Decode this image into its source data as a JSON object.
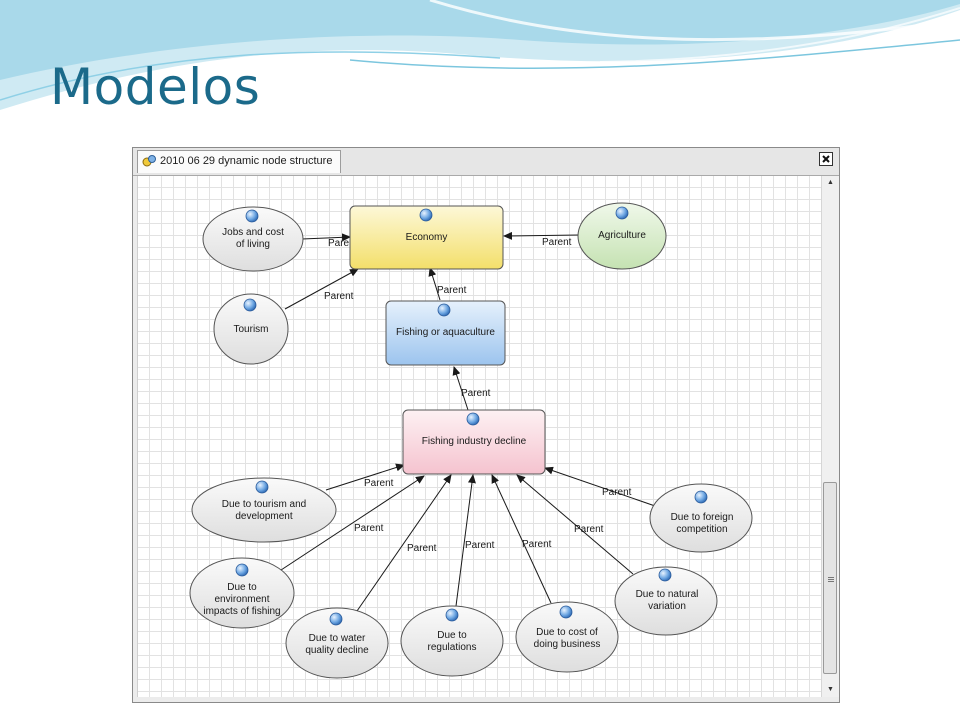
{
  "slide": {
    "title": "Modelos"
  },
  "window": {
    "tab_title": "2010 06 29 dynamic node structure",
    "tab_icon": "node-structure-icon",
    "close_icon": "close-icon"
  },
  "diagram": {
    "nodes": {
      "economy": "Economy",
      "agriculture": "Agriculture",
      "jobs": "Jobs and cost of living",
      "tourism": "Tourism",
      "fishing": "Fishing or aquaculture",
      "decline": "Fishing industry decline",
      "tourism_dev": "Due to tourism and development",
      "environment": "Due to environment impacts of fishing",
      "water": "Due to water quality decline",
      "regulations": "Due to regulations",
      "cost": "Due to cost of doing business",
      "natural": "Due to natural variation",
      "foreign": "Due to foreign competition"
    },
    "edge_label": "Parent",
    "edge_label_truncated": "Pare"
  },
  "colors": {
    "title": "#1b6a8a",
    "economy_fill": "#f7e890",
    "fishing_fill": "#b8d5f2",
    "decline_fill": "#f9d7de",
    "agriculture_fill": "#d6ebc9",
    "ellipse_fill": "#ebebeb",
    "port_fill": "#4d8fd8"
  }
}
